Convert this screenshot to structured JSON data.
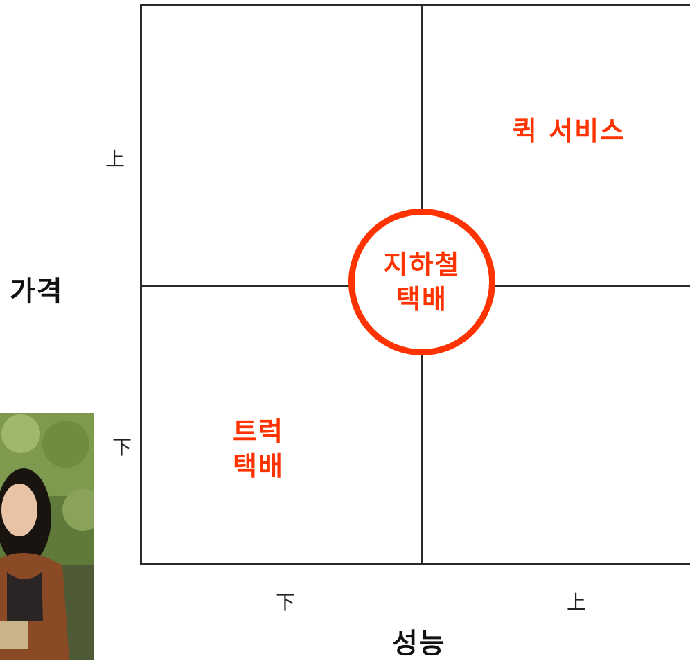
{
  "y_axis": {
    "title": "가격",
    "tick_high": "上",
    "tick_low": "下"
  },
  "x_axis": {
    "title": "성능",
    "tick_low": "下",
    "tick_high": "上"
  },
  "quadrants": {
    "top_right": {
      "text": "퀵 서비스"
    },
    "bottom_left": {
      "line1": "트럭",
      "line2": "택배"
    }
  },
  "center": {
    "line1": "지하철",
    "line2": "택배"
  },
  "colors": {
    "accent": "#ff3300",
    "lines": "#2b2b2b"
  }
}
